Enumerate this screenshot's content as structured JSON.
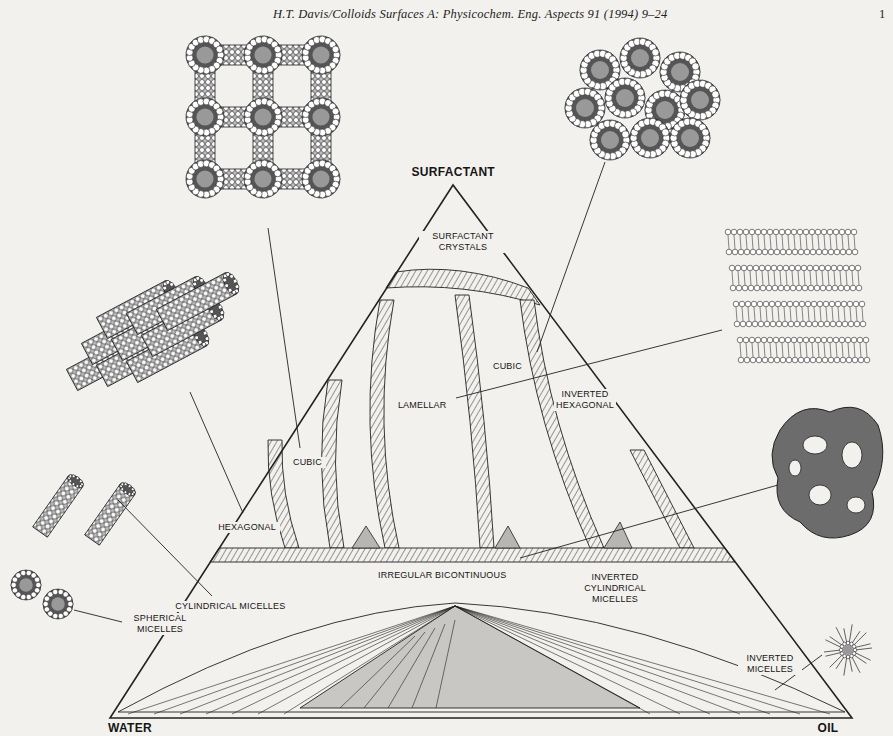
{
  "diagram": {
    "labels": [
      "H.T. Davis/Colloids Surfaces A: Physicochem. Eng. Aspects 91 (1994) 9–24",
      "1",
      "SURFACTANT",
      "SURFACTANT CRYSTALS",
      "INVERTED HEXAGONAL",
      "CUBIC",
      "LAMELLAR",
      "CUBIC",
      "HEXAGONAL",
      "IRREGULAR BICONTINUOUS",
      "INVERTED CYLINDRICAL MICELLES",
      "CYLINDRICAL MICELLES",
      "SPHERICAL MICELLES",
      "INVERTED MICELLES",
      "WATER",
      "OIL"
    ]
  }
}
